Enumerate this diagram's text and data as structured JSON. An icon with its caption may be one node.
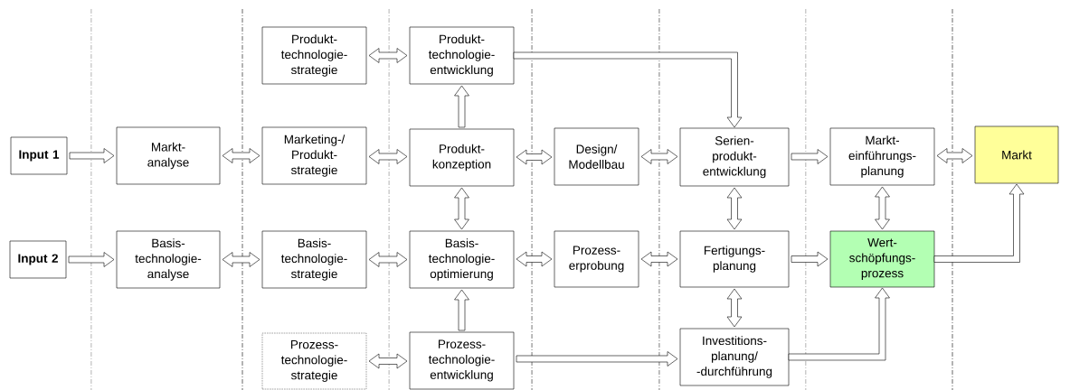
{
  "diagram": {
    "nodes": [
      {
        "text": [
          "Input 1"
        ]
      },
      {
        "text": [
          "Input 2"
        ]
      },
      {
        "text": [
          "Markt- analyse"
        ]
      },
      {
        "text": [
          "Basis- technologie- analyse"
        ]
      },
      {
        "text": [
          "Produkt- technologie- strategie"
        ]
      },
      {
        "text": [
          "Marketing-/ Produkt- strategie"
        ]
      },
      {
        "text": [
          "Basis- technologie- strategie"
        ]
      },
      {
        "text": [
          "Prozess- technologie- strategie"
        ]
      },
      {
        "text": [
          "Produkt- technologie- entwicklung"
        ]
      },
      {
        "text": [
          "Produkt- konzeption"
        ]
      },
      {
        "text": [
          "Basis- technologie- optimierung"
        ]
      },
      {
        "text": [
          "Prozess- technologie- entwicklung"
        ]
      },
      {
        "text": [
          "Design/ Modellbau"
        ]
      },
      {
        "text": [
          "Prozess- erprobung"
        ]
      },
      {
        "text": [
          "Serien- produkt- entwicklung"
        ]
      },
      {
        "text": [
          "Fertigungs- planung"
        ]
      },
      {
        "text": [
          "Investitions- planung/ -durchführung"
        ]
      },
      {
        "text": [
          "Markt- einführungs- planung"
        ]
      },
      {
        "text": [
          "Wert- schöpfungs- prozess"
        ]
      },
      {
        "text": [
          "Markt"
        ]
      }
    ],
    "edges": [
      {
        "from": 0,
        "to": 2,
        "arrow": "to"
      },
      {
        "from": 1,
        "to": 3,
        "arrow": "to"
      },
      {
        "from": 2,
        "to": 5,
        "arrow": "both"
      },
      {
        "from": 3,
        "to": 6,
        "arrow": "both"
      },
      {
        "from": 4,
        "to": 8,
        "arrow": "both"
      },
      {
        "from": 5,
        "to": 9,
        "arrow": "both"
      },
      {
        "from": 6,
        "to": 10,
        "arrow": "both"
      },
      {
        "from": 7,
        "to": 11,
        "arrow": "both"
      },
      {
        "from": 9,
        "to": 8,
        "arrow": "to"
      },
      {
        "from": 9,
        "to": 10,
        "arrow": "both"
      },
      {
        "from": 11,
        "to": 10,
        "arrow": "to"
      },
      {
        "from": 9,
        "to": 12,
        "arrow": "both"
      },
      {
        "from": 10,
        "to": 13,
        "arrow": "both"
      },
      {
        "from": 8,
        "to": 14,
        "arrow": "to"
      },
      {
        "from": 12,
        "to": 14,
        "arrow": "both"
      },
      {
        "from": 13,
        "to": 15,
        "arrow": "both"
      },
      {
        "from": 11,
        "to": 16,
        "arrow": "to"
      },
      {
        "from": 14,
        "to": 15,
        "arrow": "both"
      },
      {
        "from": 15,
        "to": 16,
        "arrow": "both"
      },
      {
        "from": 14,
        "to": 17,
        "arrow": "to"
      },
      {
        "from": 15,
        "to": 18,
        "arrow": "to"
      },
      {
        "from": 17,
        "to": 19,
        "arrow": "both"
      },
      {
        "from": 17,
        "to": 18,
        "arrow": "both"
      },
      {
        "from": 16,
        "to": 18,
        "arrow": "to"
      },
      {
        "from": 18,
        "to": 19,
        "arrow": "to"
      }
    ]
  }
}
